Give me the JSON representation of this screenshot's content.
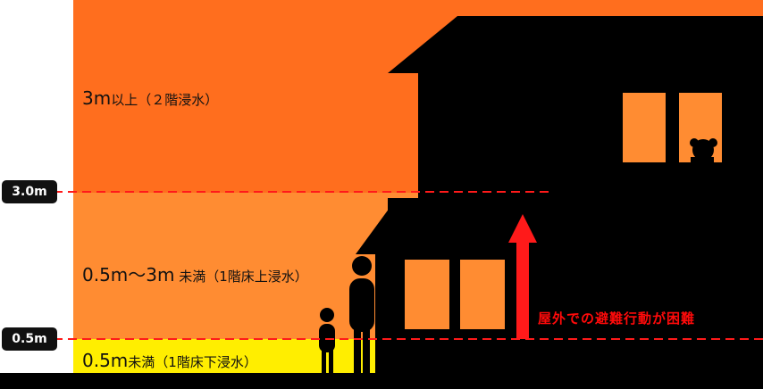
{
  "zones": [
    {
      "label_main": "3m",
      "label_rest": "以上（２階浸水）",
      "color": "#ff6e1e"
    },
    {
      "label_main": "0.5m〜3m",
      "label_rest": " 未満（1階床上浸水）",
      "color": "#ff8c32"
    },
    {
      "label_main": "0.5m",
      "label_rest": "未満（1階床下浸水）",
      "color": "#ffee00"
    }
  ],
  "levels": [
    {
      "label": "3.0m"
    },
    {
      "label": "0.5m"
    }
  ],
  "note": "屋外での避難行動が困難",
  "colors": {
    "silhouette": "#000000",
    "window": "#ff8c32",
    "dashed_line": "#ff1a1a",
    "arrow": "#ff1a1a"
  }
}
